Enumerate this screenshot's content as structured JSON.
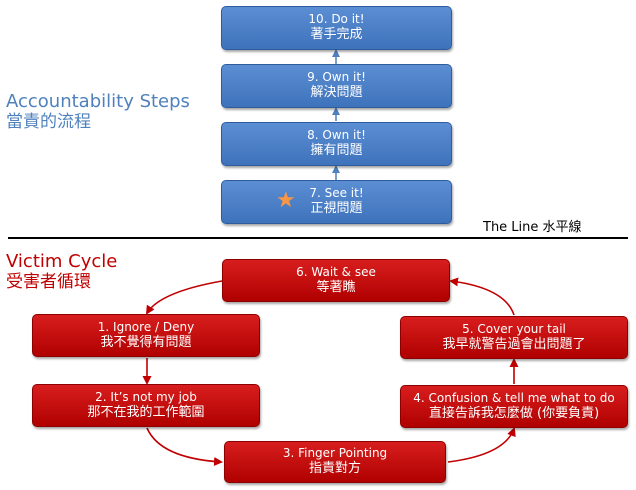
{
  "accountability": {
    "title_en": "Accountability Steps",
    "title_zh": "當責的流程",
    "steps": [
      {
        "line1": "10. Do it!",
        "line2": "著手完成"
      },
      {
        "line1": "9. Own it!",
        "line2": "解決問題"
      },
      {
        "line1": "8. Own it!",
        "line2": "擁有問題"
      },
      {
        "line1": "7. See it!",
        "line2": "正視問題"
      }
    ],
    "star_icon": "star-icon"
  },
  "line_label": "The Line 水平線",
  "victim": {
    "title_en": "Victim Cycle",
    "title_zh": "受害者循環",
    "steps": [
      {
        "line1": "6. Wait & see",
        "line2": "等著瞧"
      },
      {
        "line1": "1. Ignore / Deny",
        "line2": "我不覺得有問題"
      },
      {
        "line1": "5. Cover your tail",
        "line2": "我早就警告過會出問題了"
      },
      {
        "line1": "2. It’s not my job",
        "line2": "那不在我的工作範圍"
      },
      {
        "line1": "4. Confusion & tell me what to do",
        "line2": "直接告訴我怎麼做 (你要負責)"
      },
      {
        "line1": "3. Finger Pointing",
        "line2": "指責對方"
      }
    ]
  },
  "colors": {
    "blue_box": "#4f81bd",
    "red_box": "#c00000",
    "blue_title": "#4f81bd",
    "red_title": "#c00000",
    "star": "#f79646"
  }
}
